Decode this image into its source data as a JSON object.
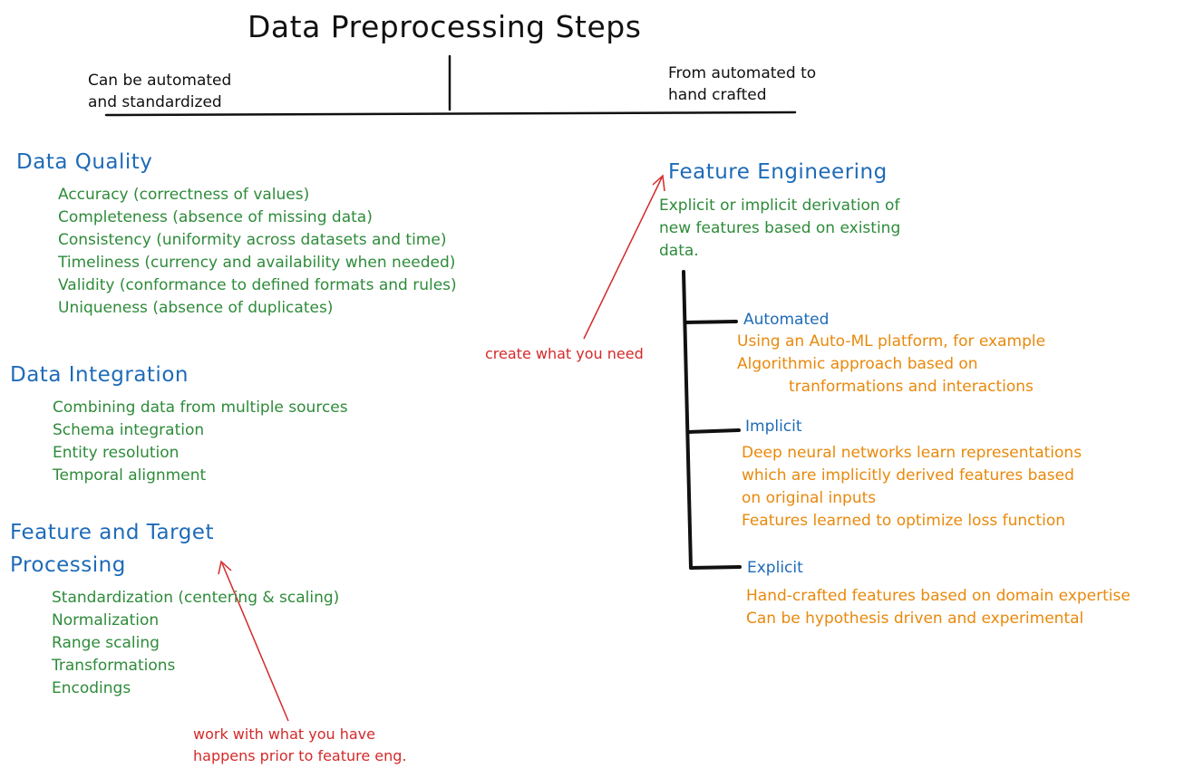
{
  "title": "Data Preprocessing Steps",
  "header_notes": {
    "left": [
      "Can be automated",
      "and standardized"
    ],
    "right": [
      "From automated to",
      "hand crafted"
    ]
  },
  "data_quality": {
    "heading": "Data Quality",
    "items": [
      "Accuracy (correctness of values)",
      "Completeness (absence of missing data)",
      "Consistency (uniformity across datasets and time)",
      "Timeliness (currency and availability when needed)",
      "Validity (conformance to defined formats and rules)",
      "Uniqueness (absence of duplicates)"
    ]
  },
  "data_integration": {
    "heading": "Data Integration",
    "items": [
      "Combining data from multiple sources",
      "Schema integration",
      "Entity resolution",
      "Temporal alignment"
    ]
  },
  "feature_target": {
    "heading_lines": [
      "Feature and Target",
      "Processing"
    ],
    "items": [
      "Standardization (centering & scaling)",
      "Normalization",
      "Range scaling",
      "Transformations",
      "Encodings"
    ]
  },
  "feature_engineering": {
    "heading": "Feature Engineering",
    "description": [
      "Explicit or implicit derivation of",
      "new features based on existing",
      "data."
    ],
    "branches": {
      "automated": {
        "label": "Automated",
        "lines": [
          "Using an Auto-ML platform, for example",
          "Algorithmic approach based on",
          "tranformations and interactions"
        ]
      },
      "implicit": {
        "label": "Implicit",
        "lines": [
          "Deep neural networks learn representations",
          "which are implicitly derived features based",
          "on original inputs",
          "Features learned to optimize loss function"
        ]
      },
      "explicit": {
        "label": "Explicit",
        "lines": [
          "Hand-crafted features based on domain expertise",
          "Can be hypothesis driven and experimental"
        ]
      }
    }
  },
  "annotations": {
    "create": "create what you need",
    "work": [
      "work with what you have",
      "happens prior to feature eng."
    ]
  },
  "colors": {
    "heading": "#1e6bb8",
    "item": "#2e8b3a",
    "detail": "#e8890c",
    "annotation": "#d42a2a",
    "line": "#111111"
  }
}
